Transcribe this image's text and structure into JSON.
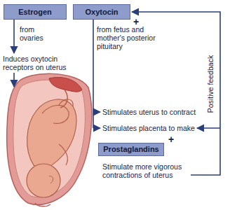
{
  "diagram": {
    "nodes": [
      {
        "text": [
          "Estrogen"
        ]
      },
      {
        "text": [
          "Oxytocin"
        ]
      },
      {
        "text": [
          "Prostaglandins"
        ]
      }
    ],
    "labels": [
      "+",
      "from ovaries",
      "from fetus and mother's posterior pituitary",
      "Positive feedback",
      "Induces oxytocin receptors on uterus",
      "Stimulates uterus to contract",
      "Stimulates placenta to make",
      "+",
      "Stimulate more vigorous contractions of uterus"
    ]
  }
}
